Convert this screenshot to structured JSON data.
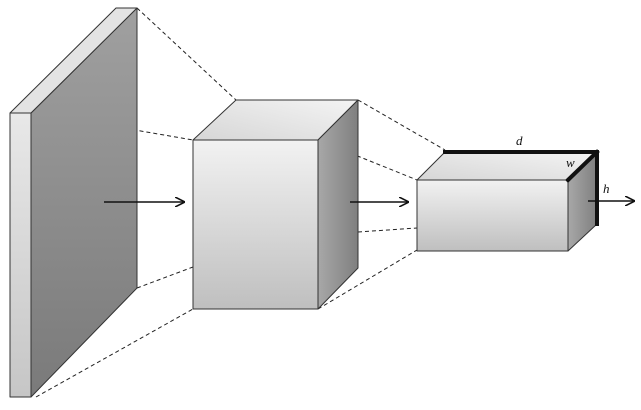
{
  "diagram": {
    "labels": {
      "depth": "d",
      "width": "w",
      "height": "h"
    },
    "colors": {
      "stroke": "#333333",
      "edge_highlight": "#111111",
      "arrow": "#111111",
      "dashed_connector": "#222222",
      "face_light": "#e6e6e6",
      "face_mid": "#c9c9c9",
      "face_dark": "#8f8f8f"
    }
  }
}
